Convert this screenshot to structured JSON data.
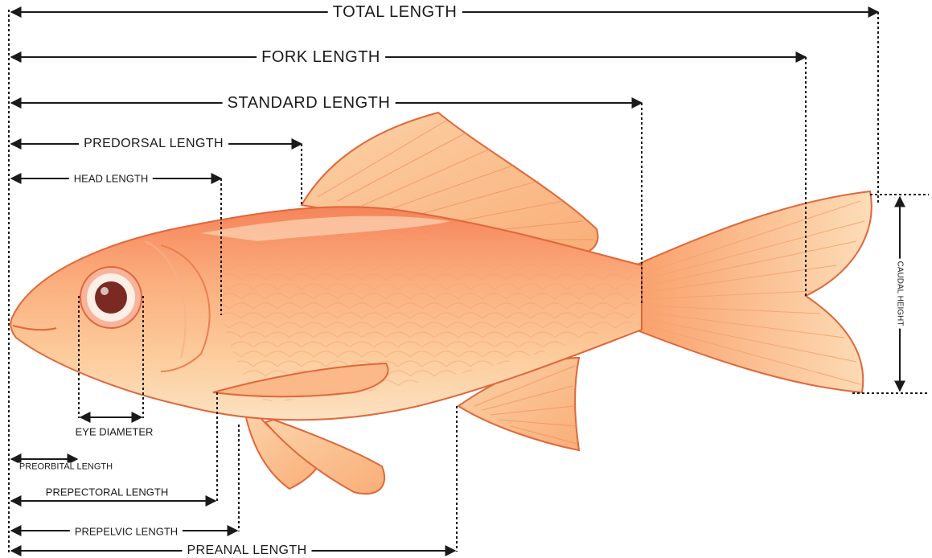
{
  "labels": {
    "total_length": "TOTAL LENGTH",
    "fork_length": "FORK LENGTH",
    "standard_length": "STANDARD LENGTH",
    "predorsal_length": "PREDORSAL LENGTH",
    "head_length": "HEAD LENGTH",
    "eye_diameter": "EYE DIAMETER",
    "preorbital_length": "PREORBITAL LENGTH",
    "prepectoral_length": "PREPECTORAL LENGTH",
    "prepelvic_length": "PREPELVIC LENGTH",
    "preanal_length": "PREANAL LENGTH",
    "caudal_height": "CAUDAL HEIGHT"
  },
  "colors": {
    "body": "#FDBE8C",
    "outline": "#E0673A",
    "fin": "#FBC08C",
    "eye_iris": "#7A2A22",
    "line": "#1a1a1a"
  }
}
